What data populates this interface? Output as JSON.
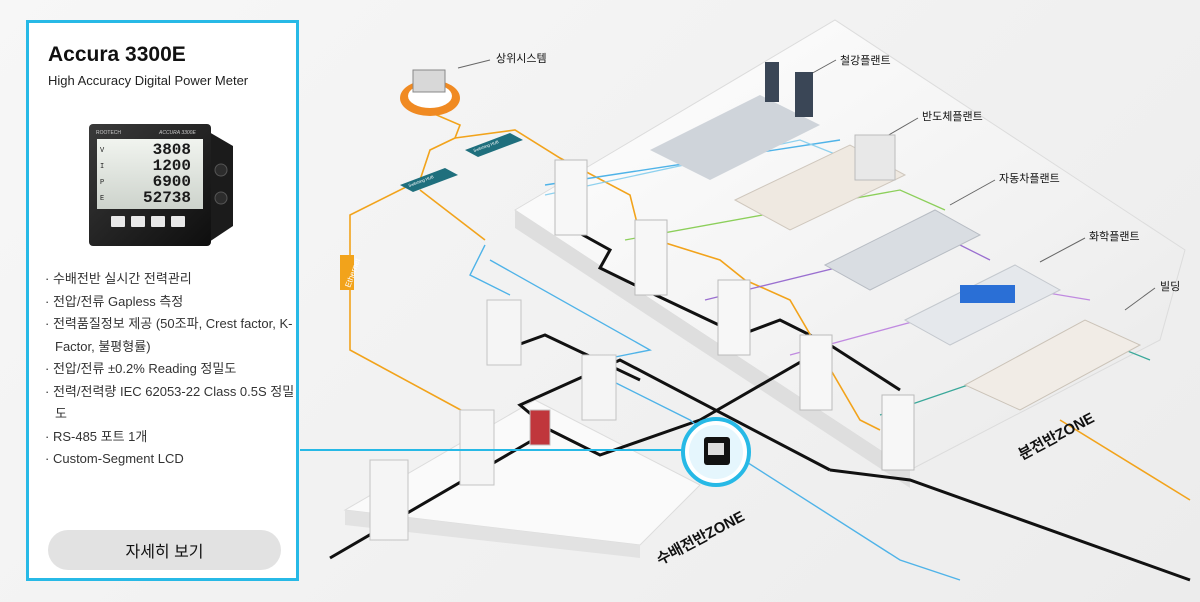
{
  "product": {
    "name": "Accura 3300E",
    "subtitle": "High Accuracy Digital Power Meter",
    "meter_brand": "ROOTECH",
    "meter_model": "ACCURA 3300E",
    "meter_readings": [
      "3808",
      "1200",
      "6900",
      "52738"
    ],
    "meter_labels": [
      "V",
      "I",
      "P",
      "E"
    ],
    "features": [
      "수배전반 실시간 전력관리",
      "전압/전류 Gapless 측정",
      "전력품질정보 제공 (50조파, Crest factor, K-Factor, 불평형률)",
      "전압/전류 ±0.2% Reading 정밀도",
      "전력/전력량 IEC 62053-22 Class 0.5S 정밀도",
      "RS-485 포트 1개",
      "Custom-Segment LCD"
    ],
    "detail_button": "자세히 보기"
  },
  "diagram": {
    "upper_system": "상위시스템",
    "steel_plant": "철강플랜트",
    "semiconductor_plant": "반도체플랜트",
    "auto_plant": "자동차플랜트",
    "chemical_plant": "화학플랜트",
    "building": "빌딩",
    "ethernet": "Ethernet",
    "switching_hub": "Switching HUB",
    "distribution_zone": "분전반ZONE",
    "substation_zone": "수배전반ZONE"
  },
  "colors": {
    "accent": "#27b9e6",
    "ethernet": "#f2a31b",
    "rs485": "#4fb3e8",
    "power_line": "#111111",
    "steel_line": "#8fd1ee",
    "semi_line": "#8ccf5a",
    "auto_line": "#9a6fd0",
    "chem_line": "#c08ae0",
    "building_line": "#3aa89a"
  }
}
